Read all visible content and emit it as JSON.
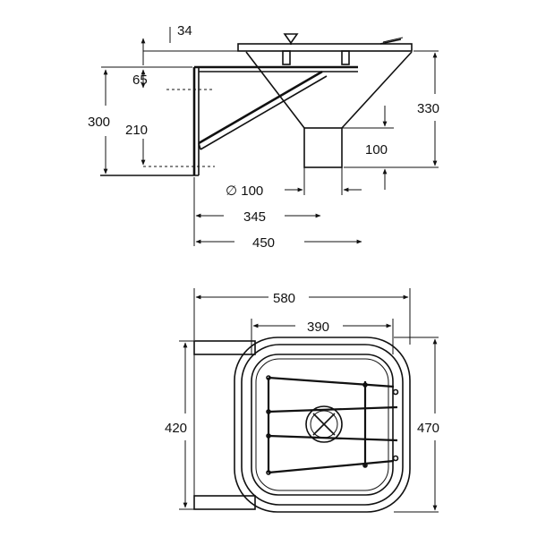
{
  "colors": {
    "line": "#111111",
    "background": "#ffffff"
  },
  "dimensions": {
    "side_view": {
      "lid_offset": "34",
      "upper_height": "65",
      "lower_height": "210",
      "total_height": "300",
      "funnel_height": "330",
      "outlet_height": "100",
      "outlet_diameter": "∅ 100",
      "bracket_to_outlet": "345",
      "overall_depth": "450"
    },
    "plan_view": {
      "overall_width": "580",
      "grate_width": "390",
      "bracket_span": "420",
      "overall_depth": "470"
    }
  }
}
